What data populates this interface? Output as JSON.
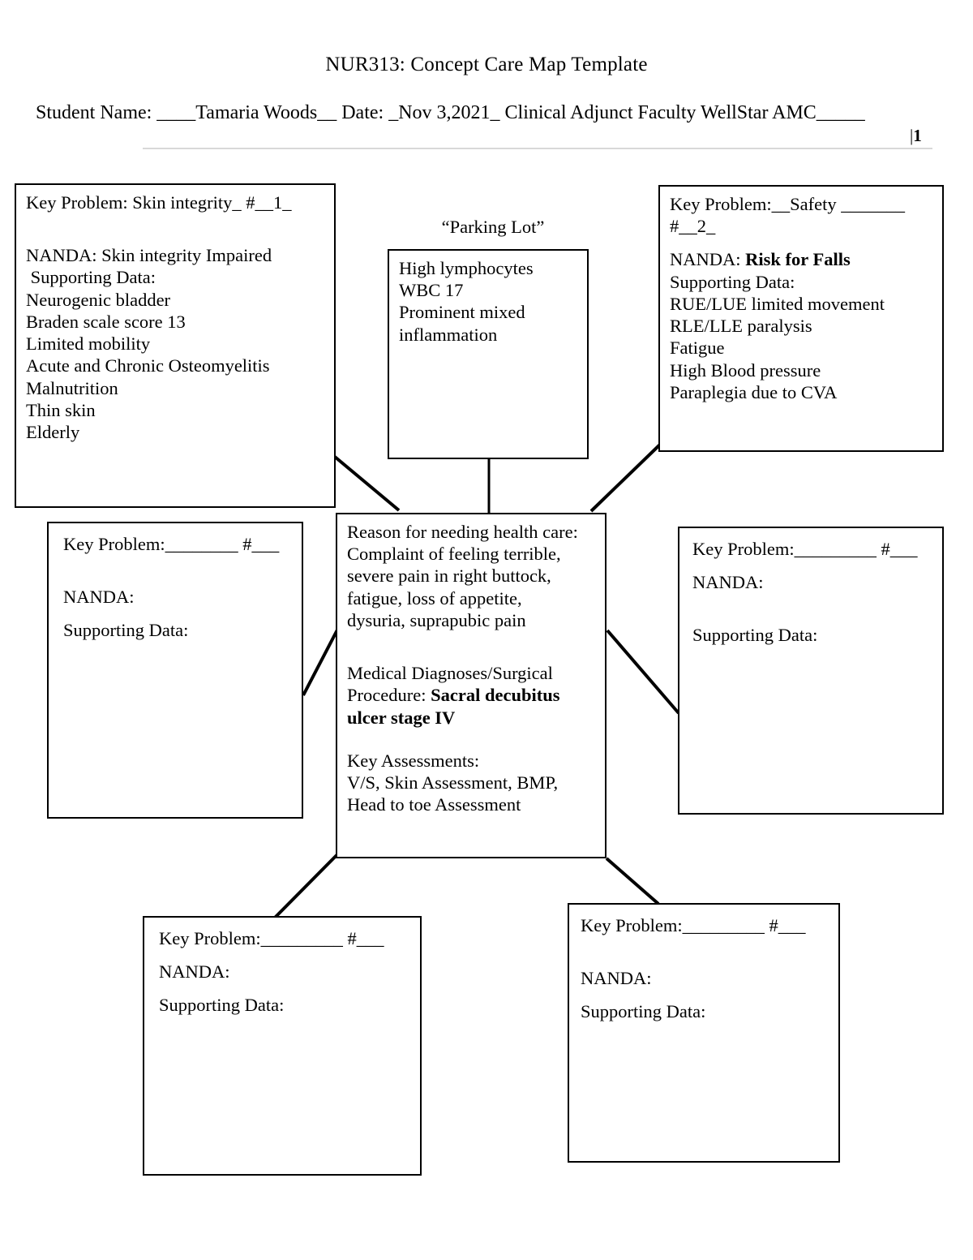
{
  "header": {
    "title": "NUR313:  Concept Care Map Template",
    "student_line": "Student Name:  ____Tamaria Woods__   Date: _Nov 3,2021_ Clinical Adjunct Faculty WellStar AMC_____",
    "page_marker_bar": "|",
    "page_number": "1"
  },
  "parking_lot": {
    "caption": "“Parking Lot”",
    "lines": "High lymphocytes\nWBC 17\nProminent mixed\ninflammation"
  },
  "key_problem_1": {
    "heading": "Key Problem: Skin integrity_ #__1_",
    "nanda": "NANDA: Skin integrity Impaired",
    "supporting_label": " Supporting Data:",
    "supporting_items": "Neurogenic bladder\nBraden scale score 13\nLimited mobility\nAcute and Chronic Osteomyelitis\nMalnutrition\nThin skin\nElderly"
  },
  "key_problem_2": {
    "heading_line1": "Key Problem:__Safety _______",
    "heading_line2": "#__2_",
    "nanda_label": "NANDA: ",
    "nanda_value": "Risk for Falls",
    "supporting_label": "Supporting Data:",
    "supporting_items": "RUE/LUE limited movement\nRLE/LLE paralysis\nFatigue\nHigh Blood pressure\nParaplegia due to CVA"
  },
  "center": {
    "reason_label": "Reason for needing health care:",
    "reason_text": "Complaint of feeling terrible,\nsevere pain in right buttock,\nfatigue, loss of appetite,\ndysuria, suprapubic pain",
    "diagnosis_label": "Medical Diagnoses/Surgical\nProcedure: ",
    "diagnosis_value": "Sacral decubitus\nulcer stage IV",
    "assessments_label": "Key Assessments:",
    "assessments_text": "V/S, Skin Assessment, BMP,\nHead to toe Assessment"
  },
  "blank_boxes": [
    {
      "id": "left-middle",
      "heading": "Key Problem:________ #___",
      "nanda": "NANDA:",
      "supporting": "Supporting Data:"
    },
    {
      "id": "right-middle",
      "heading": "Key Problem:_________ #___",
      "nanda": "NANDA:",
      "supporting": "Supporting Data:"
    },
    {
      "id": "bottom-left",
      "heading": "Key Problem:_________ #___",
      "nanda": "NANDA:",
      "supporting": "Supporting Data:"
    },
    {
      "id": "bottom-right",
      "heading": "Key Problem:_________ #___",
      "nanda": "NANDA:",
      "supporting": "Supporting Data:"
    }
  ],
  "colors": {
    "ink": "#000000",
    "paper": "#ffffff",
    "header_rule": "#d8d8d8"
  }
}
